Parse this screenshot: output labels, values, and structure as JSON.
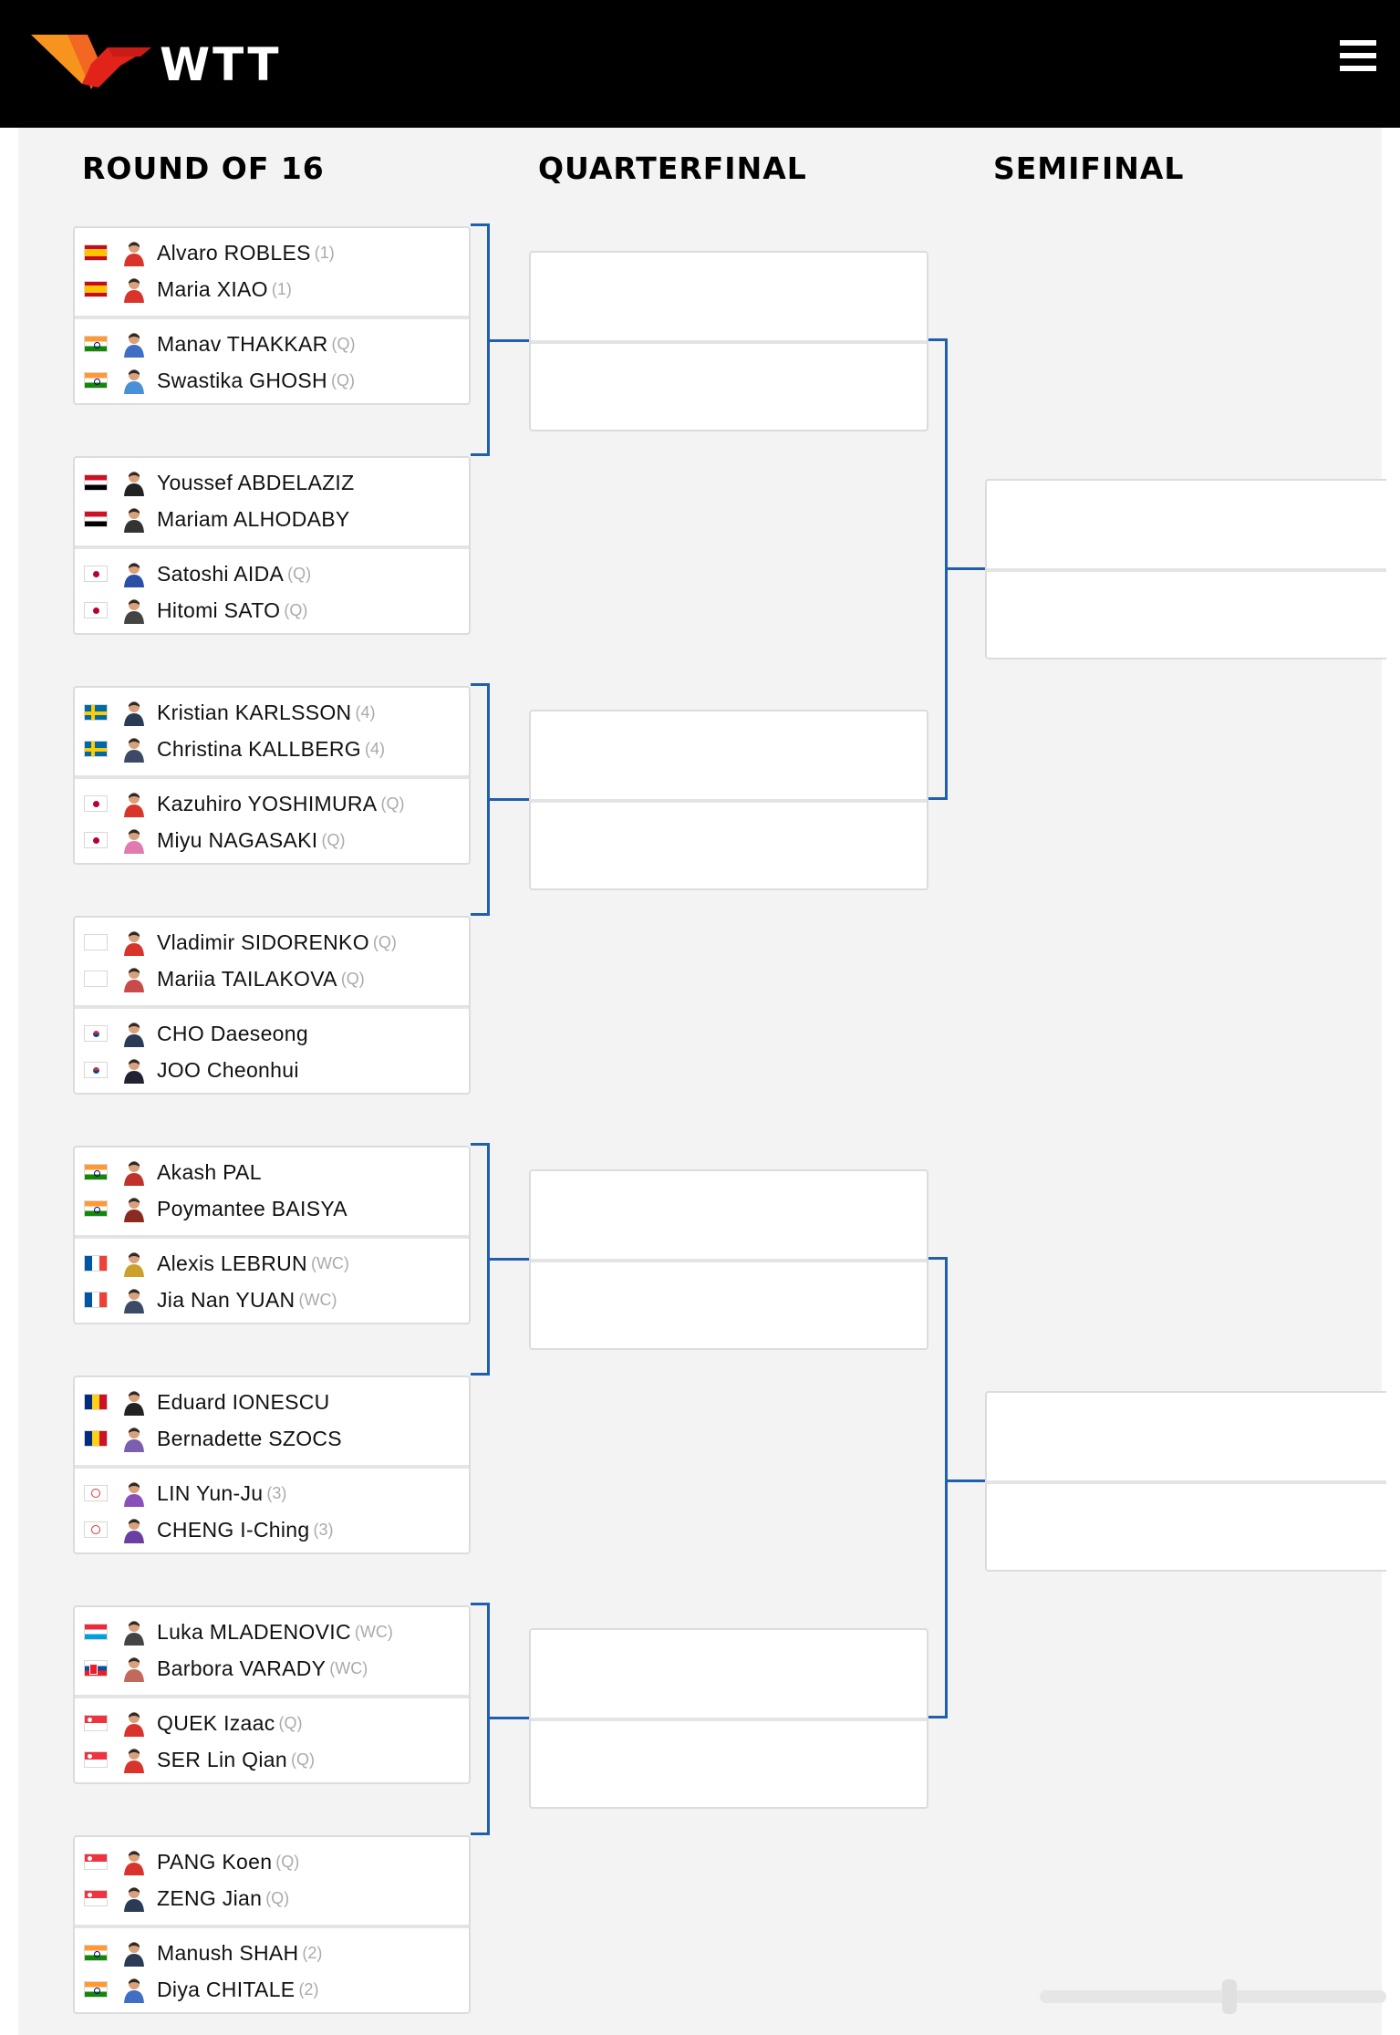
{
  "header": {
    "logo_text": "WTT"
  },
  "rounds": [
    "ROUND OF 16",
    "QUARTERFINAL",
    "SEMIFINAL"
  ],
  "colors": {
    "accent": "#1f5fae",
    "logo_orange": "#f7941d",
    "logo_red": "#e2231a",
    "header_bg": "#000000"
  },
  "matches": [
    {
      "teams": [
        {
          "flag": "ESP",
          "players": [
            {
              "name": "Alvaro ROBLES",
              "seed": "(1)",
              "avatar": "#d9342b"
            },
            {
              "name": "Maria XIAO",
              "seed": "(1)",
              "avatar": "#d9342b"
            }
          ]
        },
        {
          "flag": "IND",
          "players": [
            {
              "name": "Manav THAKKAR",
              "seed": "(Q)",
              "avatar": "#3f6fc4"
            },
            {
              "name": "Swastika GHOSH",
              "seed": "(Q)",
              "avatar": "#4a90d9"
            }
          ]
        }
      ]
    },
    {
      "teams": [
        {
          "flag": "EGY",
          "players": [
            {
              "name": "Youssef ABDELAZIZ",
              "seed": "",
              "avatar": "#222"
            },
            {
              "name": "Mariam ALHODABY",
              "seed": "",
              "avatar": "#333"
            }
          ]
        },
        {
          "flag": "JPN",
          "players": [
            {
              "name": "Satoshi AIDA",
              "seed": "(Q)",
              "avatar": "#2a4fa8"
            },
            {
              "name": "Hitomi SATO",
              "seed": "(Q)",
              "avatar": "#444"
            }
          ]
        }
      ]
    },
    {
      "teams": [
        {
          "flag": "SWE",
          "players": [
            {
              "name": "Kristian KARLSSON",
              "seed": "(4)",
              "avatar": "#2b3a55"
            },
            {
              "name": "Christina KALLBERG",
              "seed": "(4)",
              "avatar": "#3c4a66"
            }
          ]
        },
        {
          "flag": "JPN",
          "players": [
            {
              "name": "Kazuhiro YOSHIMURA",
              "seed": "(Q)",
              "avatar": "#d9342b"
            },
            {
              "name": "Miyu NAGASAKI",
              "seed": "(Q)",
              "avatar": "#e07bb0"
            }
          ]
        }
      ]
    },
    {
      "teams": [
        {
          "flag": "NEUTRAL",
          "players": [
            {
              "name": "Vladimir SIDORENKO",
              "seed": "(Q)",
              "avatar": "#d9342b"
            },
            {
              "name": "Mariia TAILAKOVA",
              "seed": "(Q)",
              "avatar": "#c94a4a"
            }
          ]
        },
        {
          "flag": "KOR",
          "players": [
            {
              "name": "CHO Daeseong",
              "seed": "",
              "avatar": "#2b3a55"
            },
            {
              "name": "JOO Cheonhui",
              "seed": "",
              "avatar": "#223"
            }
          ]
        }
      ]
    },
    {
      "teams": [
        {
          "flag": "IND",
          "players": [
            {
              "name": "Akash PAL",
              "seed": "",
              "avatar": "#c0332b"
            },
            {
              "name": "Poymantee BAISYA",
              "seed": "",
              "avatar": "#8b2a1e"
            }
          ]
        },
        {
          "flag": "FRA",
          "players": [
            {
              "name": "Alexis LEBRUN",
              "seed": "(WC)",
              "avatar": "#c9a12b"
            },
            {
              "name": "Jia Nan YUAN",
              "seed": "(WC)",
              "avatar": "#3c4a66"
            }
          ]
        }
      ]
    },
    {
      "teams": [
        {
          "flag": "ROU",
          "players": [
            {
              "name": "Eduard IONESCU",
              "seed": "",
              "avatar": "#222"
            },
            {
              "name": "Bernadette SZOCS",
              "seed": "",
              "avatar": "#7a5fb0"
            }
          ]
        },
        {
          "flag": "TPE",
          "players": [
            {
              "name": "LIN Yun-Ju",
              "seed": "(3)",
              "avatar": "#8a4fb8"
            },
            {
              "name": "CHENG I-Ching",
              "seed": "(3)",
              "avatar": "#6b3fa0"
            }
          ]
        }
      ]
    },
    {
      "teams": [
        {
          "flag": "LUX",
          "players": [
            {
              "name": "Luka MLADENOVIC",
              "seed": "(WC)",
              "avatar": "#444"
            },
            {
              "name": "Barbora VARADY",
              "seed": "(WC)",
              "avatar": "#c26a5a"
            }
          ]
        },
        {
          "flag": "SGP",
          "players": [
            {
              "name": "QUEK Izaac",
              "seed": "(Q)",
              "avatar": "#d9342b"
            },
            {
              "name": "SER Lin Qian",
              "seed": "(Q)",
              "avatar": "#d9342b"
            }
          ]
        }
      ]
    },
    {
      "teams": [
        {
          "flag": "SGP",
          "players": [
            {
              "name": "PANG Koen",
              "seed": "(Q)",
              "avatar": "#d9342b"
            },
            {
              "name": "ZENG Jian",
              "seed": "(Q)",
              "avatar": "#2b3a55"
            }
          ]
        },
        {
          "flag": "IND",
          "players": [
            {
              "name": "Manush SHAH",
              "seed": "(2)",
              "avatar": "#2b3a55"
            },
            {
              "name": "Diya CHITALE",
              "seed": "(2)",
              "avatar": "#3f6fc4"
            }
          ]
        }
      ]
    }
  ],
  "flag_overrides": {
    "match6_team0_player1": "SVK"
  }
}
